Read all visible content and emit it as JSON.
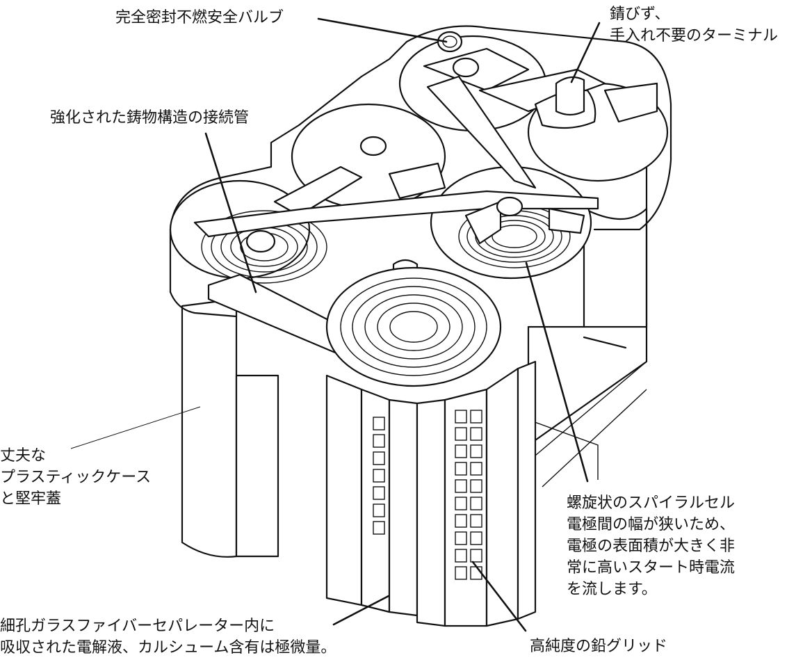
{
  "labels": {
    "valve": "完全密封不燃安全バルブ",
    "terminal": [
      "錆びず、",
      "手入れ不要のターミナル"
    ],
    "connector": "強化された鋳物構造の接続管",
    "case": [
      "丈夫な",
      "プラスティックケース",
      "と堅牢蓋"
    ],
    "spiral_cell": [
      "螺旋状のスパイラルセル",
      "電極間の幅が狭いため、",
      "電極の表面積が大きく非",
      "常に高いスタート時電流",
      "を流します。"
    ],
    "separator": [
      "細孔ガラスファイバーセパレーター内に",
      "吸収された電解液、カルシューム含有は極微量。"
    ],
    "grid": "高純度の鉛グリッド"
  },
  "colors": {
    "ink": "#111111",
    "paper": "#ffffff"
  }
}
